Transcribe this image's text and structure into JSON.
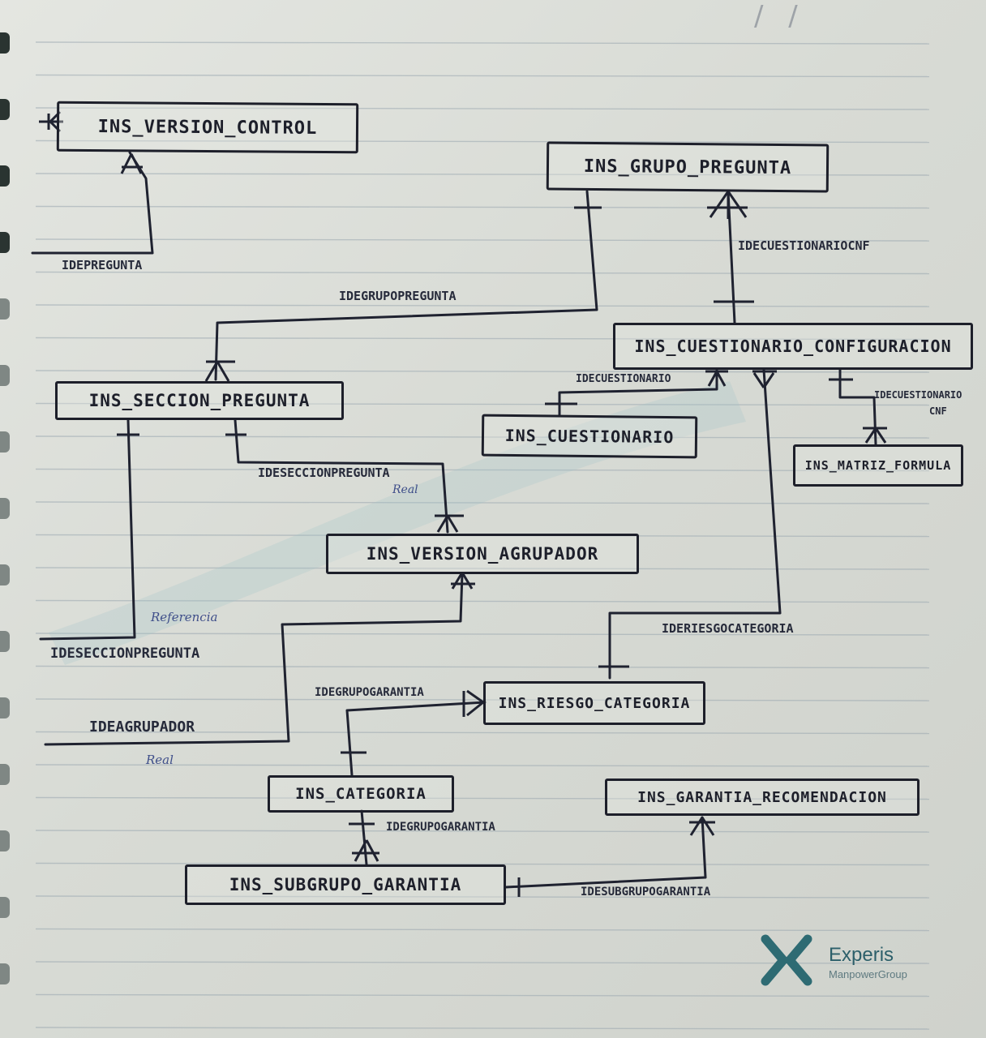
{
  "colors": {
    "paper": "#dfe1dc",
    "ruling": "#9aa7b0",
    "ink": "#1d1f2a",
    "blue_ink": "#3f4f8a",
    "logo": "#2c5f6a"
  },
  "header": {
    "date": "/ /"
  },
  "entities": {
    "version_control": "INS_VERSION_CONTROL",
    "grupo_pregunta": "INS_GRUPO_PREGUNTA",
    "cuestionario_configuracion": "INS_CUESTIONARIO_CONFIGURACION",
    "seccion_pregunta": "INS_SECCION_PREGUNTA",
    "cuestionario": "INS_CUESTIONARIO",
    "matriz_formula": "INS_MATRIZ_FORMULA",
    "version_agrupador": "INS_VERSION_AGRUPADOR",
    "riesgo_categoria": "INS_RIESGO_CATEGORIA",
    "categoria": "INS_CATEGORIA",
    "garantia_recomendacion": "INS_GARANTIA_RECOMENDACION",
    "subgrupo_garantia": "INS_SUBGRUPO_GARANTIA"
  },
  "relations": {
    "idepregunta": "IDEPREGUNTA",
    "idecuestionariocnf": "IDECUESTIONARIOCNF",
    "idegrupopregunta": "IDEGRUPOPREGUNTA",
    "idecuestionario": "IDECUESTIONARIO",
    "idecuestionariocnf_2": "IDECUESTIONARIO",
    "idecuestionariocnf_2b": "CNF",
    "ideseccionpregunta_real": "IDESECCIONPREGUNTA",
    "ideseccionpregunta_ref": "IDESECCIONPREGUNTA",
    "ideriesgocategoria": "IDERIESGOCATEGORIA",
    "idegrupogarantia": "IDEGRUPOGARANTIA",
    "ideagrupador": "IDEAGRUPADOR",
    "idegrupogarantia_2": "IDEGRUPOGARANTIA",
    "idesubgrupogarantia": "IDESUBGRUPOGARANTIA"
  },
  "notes": {
    "real_1": "Real",
    "referencia": "Referencia",
    "real_2": "Real"
  },
  "logo": {
    "name": "Experis",
    "tagline": "ManpowerGroup"
  }
}
